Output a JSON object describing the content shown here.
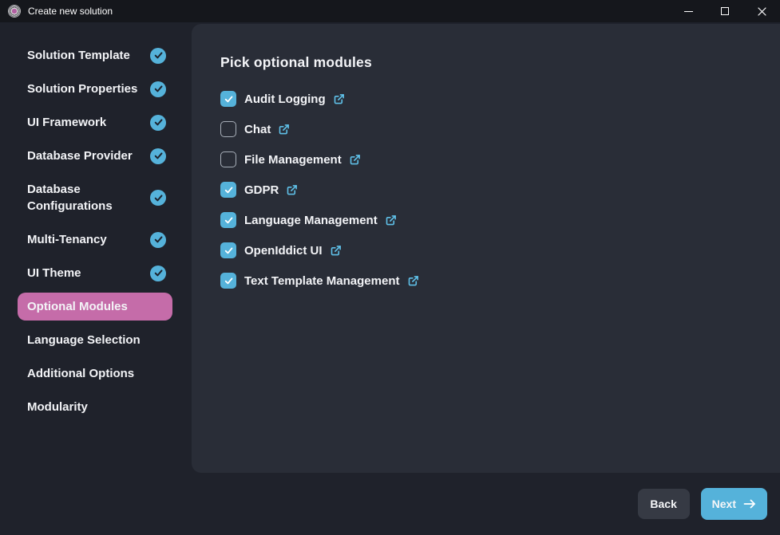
{
  "window": {
    "title": "Create new solution",
    "controls": {
      "minimize": "minimize",
      "maximize": "maximize",
      "close": "close"
    }
  },
  "sidebar": {
    "items": [
      {
        "label": "Solution Template",
        "completed": true,
        "active": false
      },
      {
        "label": "Solution Properties",
        "completed": true,
        "active": false
      },
      {
        "label": "UI Framework",
        "completed": true,
        "active": false
      },
      {
        "label": "Database Provider",
        "completed": true,
        "active": false
      },
      {
        "label": "Database Configurations",
        "completed": true,
        "active": false
      },
      {
        "label": "Multi-Tenancy",
        "completed": true,
        "active": false
      },
      {
        "label": "UI Theme",
        "completed": true,
        "active": false
      },
      {
        "label": "Optional Modules",
        "completed": false,
        "active": true
      },
      {
        "label": "Language Selection",
        "completed": false,
        "active": false
      },
      {
        "label": "Additional Options",
        "completed": false,
        "active": false
      },
      {
        "label": "Modularity",
        "completed": false,
        "active": false
      }
    ]
  },
  "main": {
    "heading": "Pick optional modules",
    "modules": [
      {
        "label": "Audit Logging",
        "checked": true
      },
      {
        "label": "Chat",
        "checked": false
      },
      {
        "label": "File Management",
        "checked": false
      },
      {
        "label": "GDPR",
        "checked": true
      },
      {
        "label": "Language Management",
        "checked": true
      },
      {
        "label": "OpenIddict UI",
        "checked": true
      },
      {
        "label": "Text Template Management",
        "checked": true
      }
    ]
  },
  "footer": {
    "back_label": "Back",
    "next_label": "Next"
  },
  "icons": {
    "next_arrow": "→",
    "external_link": "↗",
    "check": "✓"
  },
  "colors": {
    "titlebar_bg": "#15171c",
    "outer_bg": "#1f222b",
    "panel_bg": "#292d37",
    "accent_blue": "#55b2da",
    "accent_pink": "#c56ca9"
  }
}
